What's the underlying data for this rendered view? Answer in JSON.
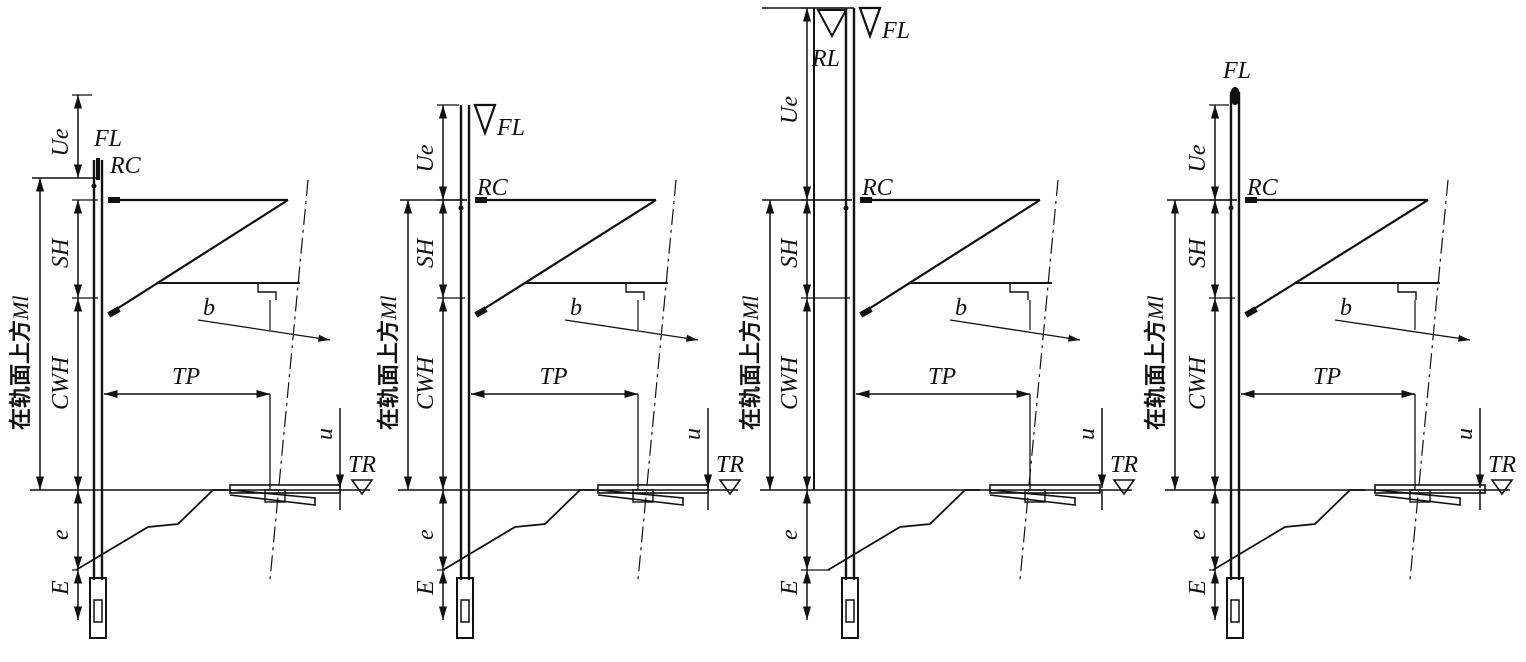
{
  "labels": {
    "Ue": "Ue",
    "FL": "FL",
    "RC": "RC",
    "RL": "RL",
    "SH": "SH",
    "CWH": "CWH",
    "e": "e",
    "E": "E",
    "b": "b",
    "TP": "TP",
    "u": "u",
    "TR": "TR",
    "height_above_rail": "在轨面上方",
    "height_symbol": "Ml"
  },
  "panels": [
    {
      "id": "a",
      "fl_marker": "dot-left"
    },
    {
      "id": "b",
      "fl_marker": "triangle"
    },
    {
      "id": "c",
      "fl_marker": "triangle",
      "rl_marker": "triangle"
    },
    {
      "id": "d",
      "fl_marker": "dot-top"
    }
  ]
}
